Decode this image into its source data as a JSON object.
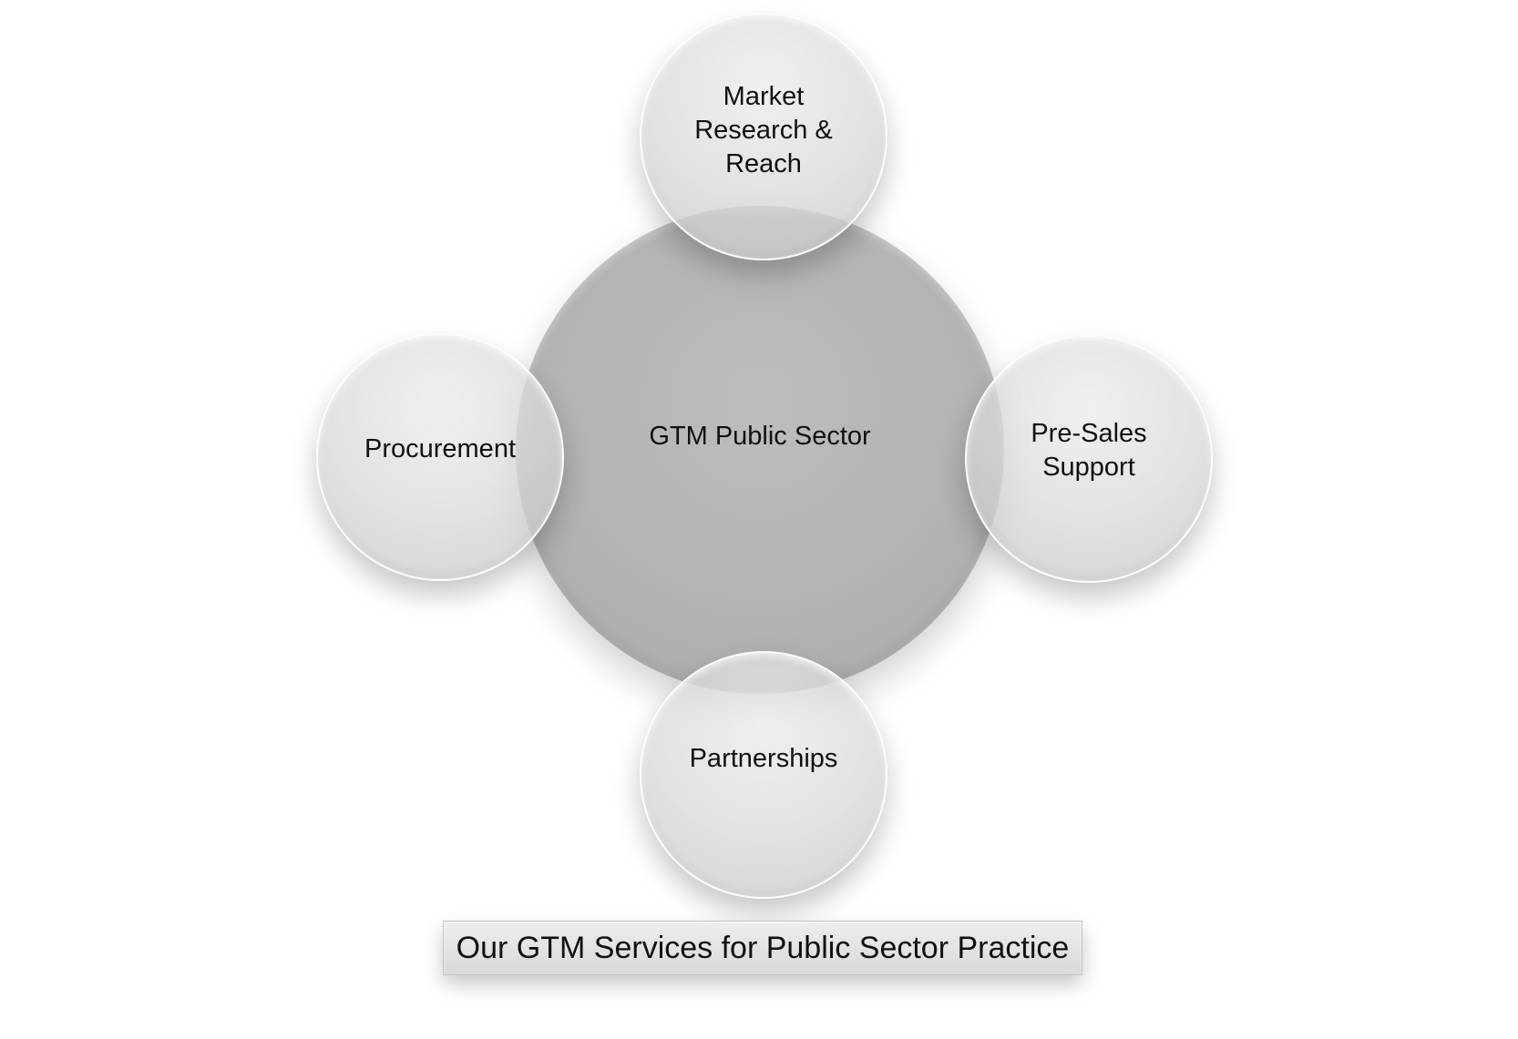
{
  "diagram": {
    "center": {
      "label": "GTM Public Sector"
    },
    "satellites": [
      {
        "id": "top",
        "label": "Market\nResearch &\nReach"
      },
      {
        "id": "left",
        "label": "Procurement"
      },
      {
        "id": "right",
        "label": "Pre-Sales\nSupport"
      },
      {
        "id": "bottom",
        "label": "Partnerships"
      }
    ],
    "caption": "Our GTM Services for Public Sector Practice"
  },
  "colors": {
    "center_fill": "#b3b3b3",
    "satellite_fill": "#d6d6d6",
    "satellite_border": "#ffffff",
    "text": "#111111",
    "caption_fill": "#e2e2e2"
  }
}
